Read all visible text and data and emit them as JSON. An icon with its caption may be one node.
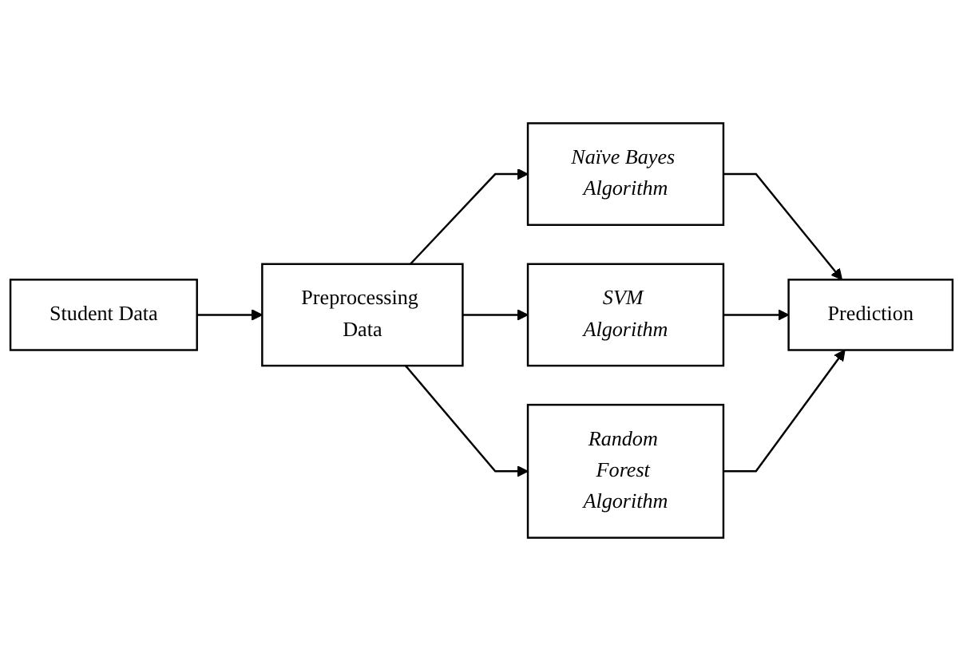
{
  "diagram": {
    "nodes": [
      {
        "text": [
          "Student Data"
        ]
      },
      {
        "text": [
          "Preprocessing Data"
        ]
      },
      {
        "text": [
          "Naïve Bayes Algorithm"
        ]
      },
      {
        "text": [
          "SVM Algorithm"
        ]
      },
      {
        "text": [
          "Random Forest Algorithm"
        ]
      },
      {
        "text": [
          "Prediction"
        ]
      }
    ],
    "edges": [
      {
        "from": 0,
        "to": 1,
        "arrow": "to"
      },
      {
        "from": 1,
        "to": 2,
        "arrow": "to"
      },
      {
        "from": 1,
        "to": 3,
        "arrow": "to"
      },
      {
        "from": 1,
        "to": 4,
        "arrow": "to"
      },
      {
        "from": 2,
        "to": 5,
        "arrow": "to"
      },
      {
        "from": 3,
        "to": 5,
        "arrow": "to"
      },
      {
        "from": 4,
        "to": 5,
        "arrow": "to"
      }
    ]
  }
}
